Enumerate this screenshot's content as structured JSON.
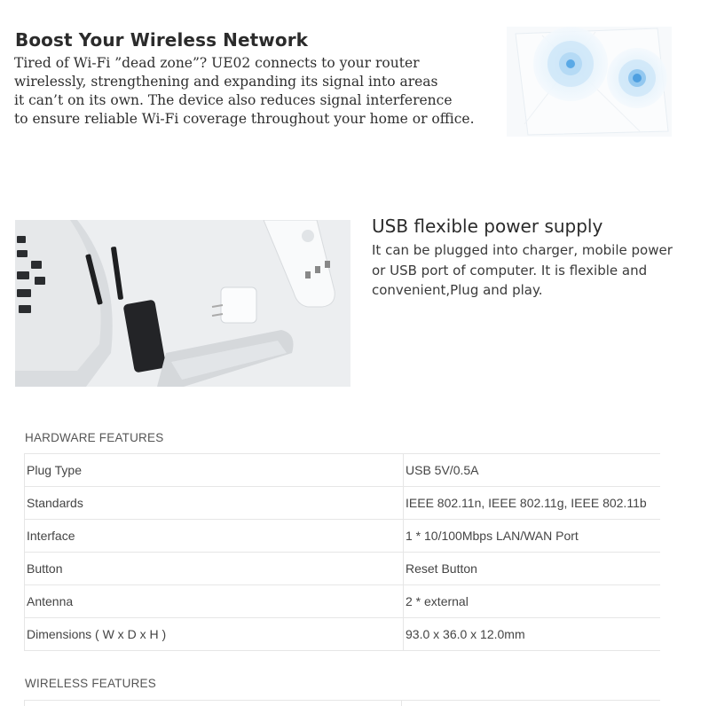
{
  "section1": {
    "title": "Boost Your Wireless Network",
    "lines": [
      "Tired of Wi-Fi ”dead zone”? UE02 connects to your router",
      "wirelessly, strengthening and expanding its signal into areas",
      "it can’t on its own. The device also reduces signal interference",
      "to ensure reliable Wi-Fi coverage throughout your home or office."
    ],
    "image_icon": "wifi-coverage-illustration"
  },
  "section2": {
    "title": "USB flexible power supply",
    "lines": [
      "It can be plugged into charger, mobile power",
      "or USB port of computer. It is flexible and",
      "convenient,Plug and play."
    ],
    "image_icon": "usb-repeater-photo"
  },
  "hardware": {
    "heading": "HARDWARE FEATURES",
    "rows": [
      {
        "label": "Plug Type",
        "value": "USB 5V/0.5A"
      },
      {
        "label": "Standards",
        "value": "IEEE 802.11n, IEEE 802.11g, IEEE 802.11b"
      },
      {
        "label": "Interface",
        "value": "1 * 10/100Mbps LAN/WAN Port"
      },
      {
        "label": "Button",
        "value": "Reset Button"
      },
      {
        "label": "Antenna",
        "value": "2 * external"
      },
      {
        "label": "Dimensions ( W x D x H )",
        "value": "93.0 x 36.0 x 12.0mm"
      }
    ]
  },
  "wireless": {
    "heading": "WIRELESS FEATURES"
  }
}
